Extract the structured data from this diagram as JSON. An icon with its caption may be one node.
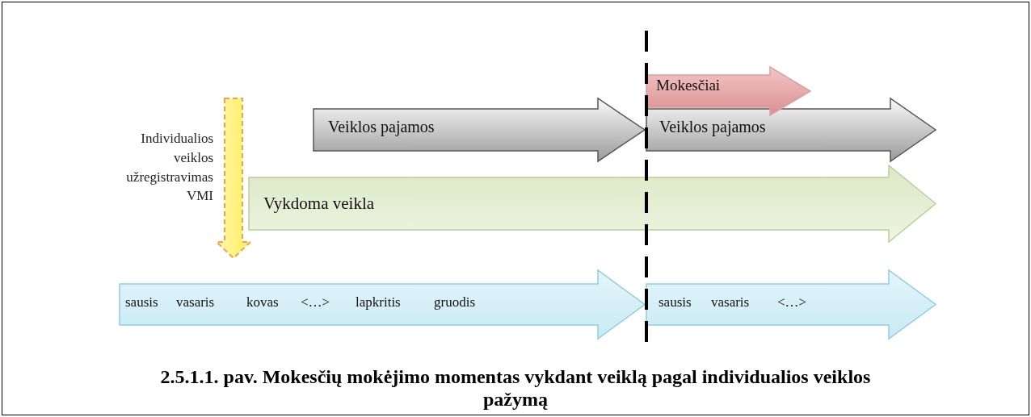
{
  "diagram": {
    "caption": "2.5.1.1. pav. Mokesčių mokėjimo momentas vykdant veiklą pagal individualios veiklos pažymą",
    "nodes": [
      {
        "text": [
          "Mokesčiai"
        ]
      },
      {
        "text": [
          "Veiklos pajamos"
        ]
      },
      {
        "text": [
          "Veiklos pajamos"
        ]
      },
      {
        "text": [],
        "shape": "arrow",
        "beside": [
          "Individualios veiklos užregistravimas VMI"
        ]
      },
      {
        "text": [
          "Vykdoma veikla"
        ]
      },
      {
        "text": [
          "sausis",
          "vasaris",
          "kovas",
          "<…>",
          "lapkritis",
          "gruodis"
        ]
      },
      {
        "text": [
          "sausis",
          "vasaris",
          "<…>"
        ]
      }
    ]
  }
}
